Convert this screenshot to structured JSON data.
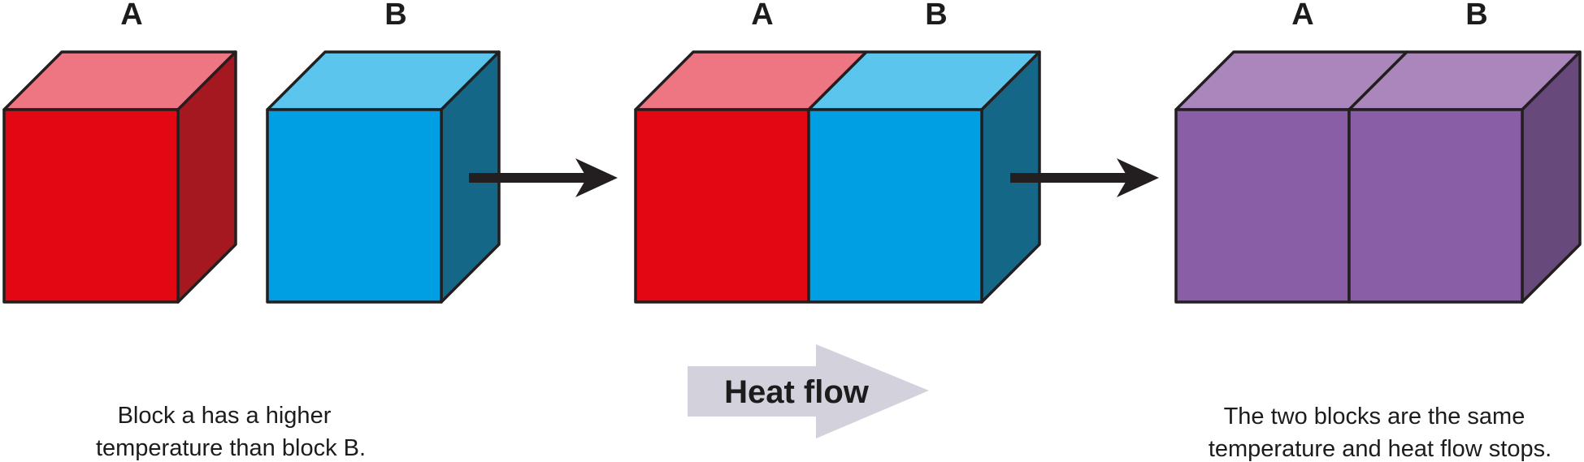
{
  "stages": [
    {
      "blocks": [
        {
          "label": "A",
          "colors": {
            "front": "#e30613",
            "top": "#ee7582",
            "side": "#a5181f"
          }
        },
        {
          "label": "B",
          "colors": {
            "front": "#009fe3",
            "top": "#5bc5ee",
            "side": "#156787"
          }
        }
      ],
      "caption": {
        "line1": "Block a has a higher",
        "line2": "temperature than block B."
      }
    },
    {
      "blocks": [
        {
          "label": "A",
          "colors": {
            "front": "#e30613",
            "top": "#ee7582",
            "side": "#a5181f"
          }
        },
        {
          "label": "B",
          "colors": {
            "front": "#009fe3",
            "top": "#5bc5ee",
            "side": "#156787"
          }
        }
      ]
    },
    {
      "blocks": [
        {
          "label": "A",
          "colors": {
            "front": "#8a5ea7",
            "top": "#ab86bd",
            "side": "#674a7b"
          }
        },
        {
          "label": "B",
          "colors": {
            "front": "#8a5ea7",
            "top": "#ab86bd",
            "side": "#674a7b"
          }
        }
      ],
      "caption": {
        "line1": "The two blocks are the same",
        "line2": "temperature and heat flow stops."
      }
    }
  ],
  "heat_flow": {
    "label": "Heat flow",
    "arrow_color": "#d2d1dc"
  },
  "arrow_color": "#231f20"
}
